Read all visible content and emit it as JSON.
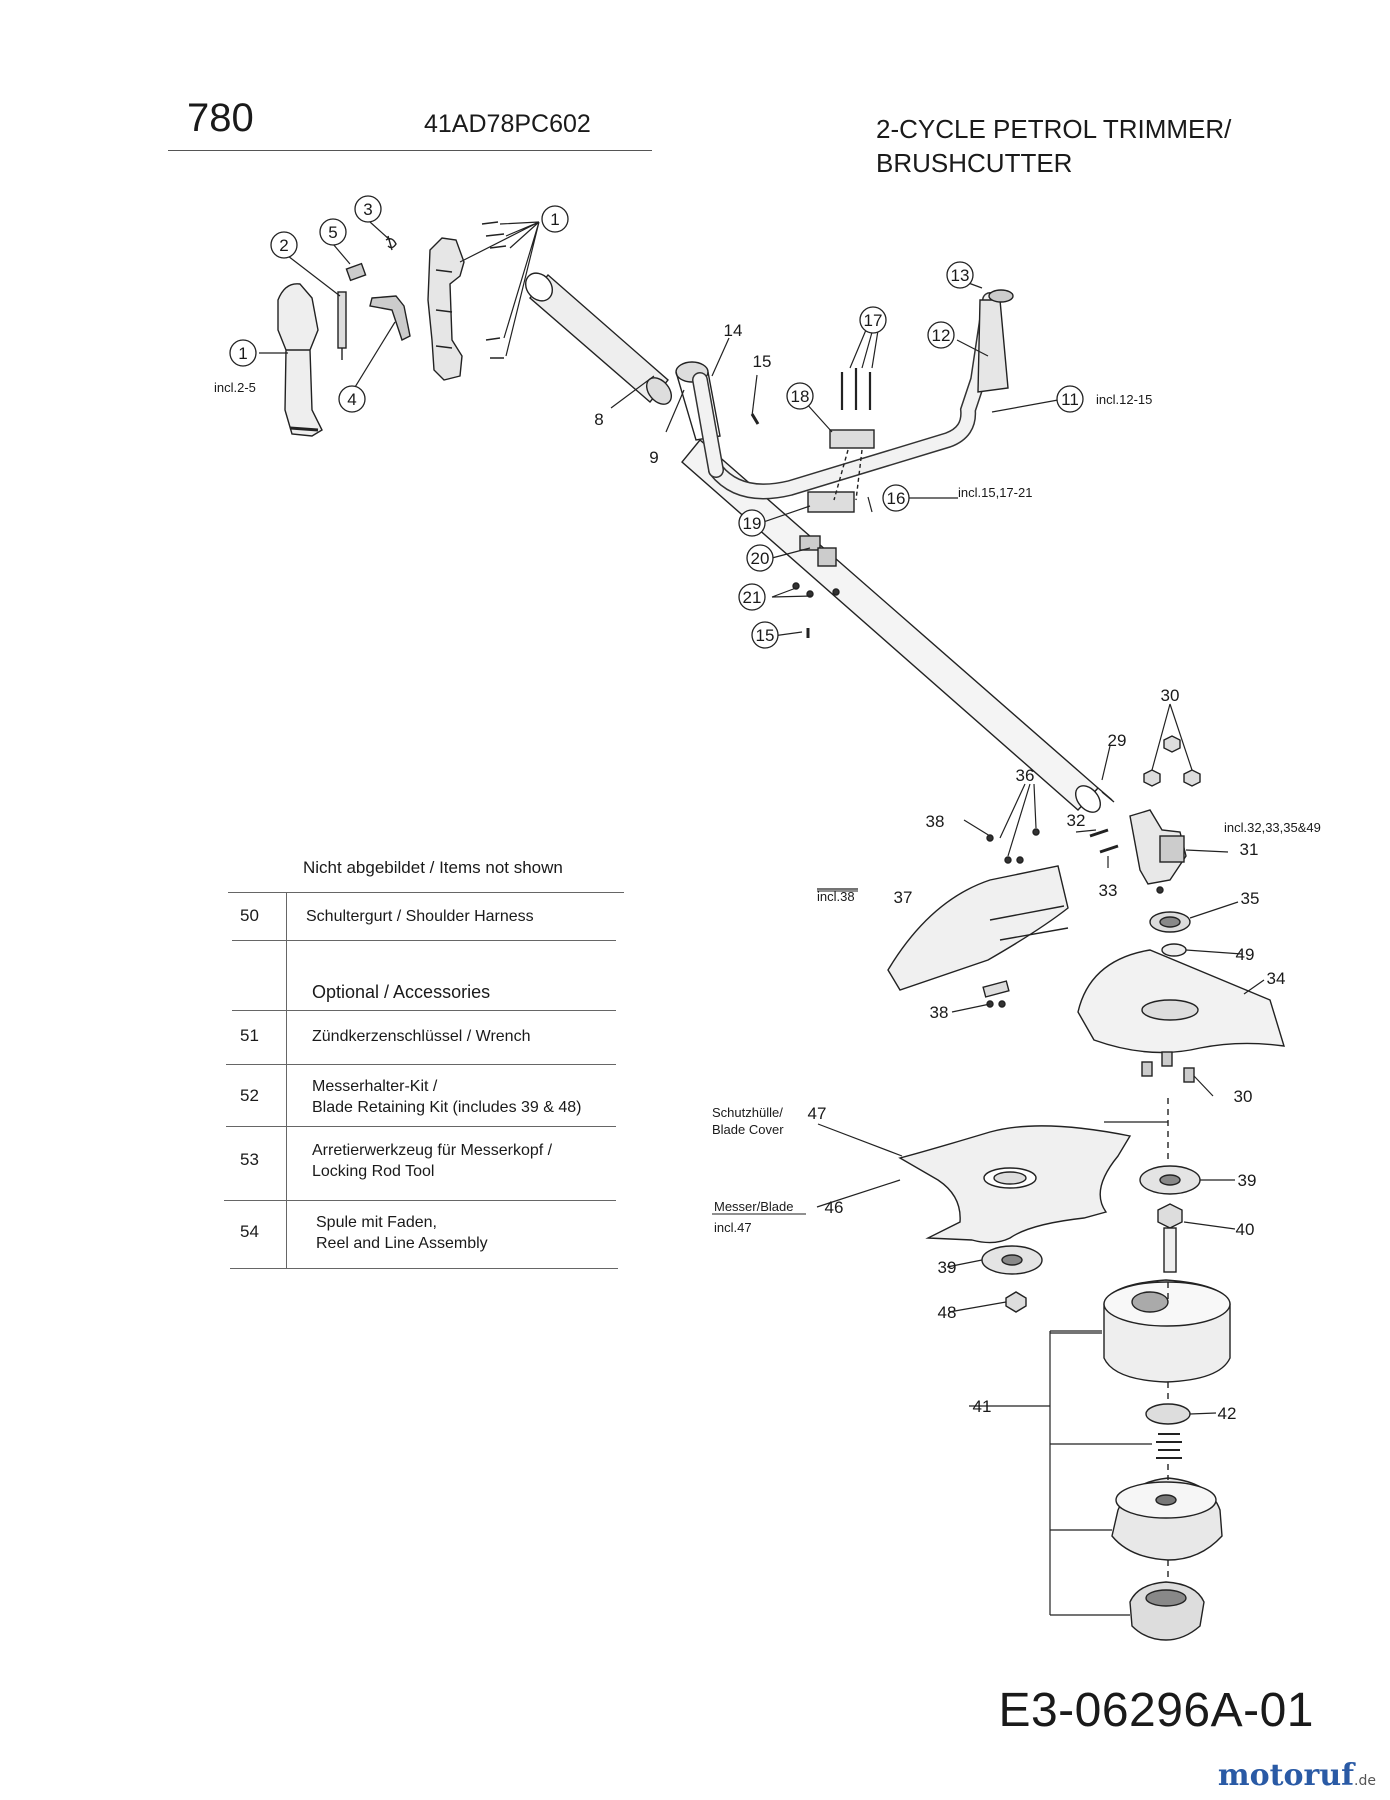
{
  "header": {
    "model_number": "780",
    "part_number": "41AD78PC602",
    "title_line1": "2-CYCLE PETROL TRIMMER/",
    "title_line2": "BRUSHCUTTER"
  },
  "footer": {
    "document_code": "E3-06296A-01",
    "logo_text": "motoruf",
    "logo_suffix": ".de"
  },
  "callouts": {
    "c1a": "1",
    "c1b": "1",
    "c2": "2",
    "c3": "3",
    "c4": "4",
    "c5": "5",
    "c8": "8",
    "c9": "9",
    "c11": "11",
    "c12": "12",
    "c13": "13",
    "c14": "14",
    "c15a": "15",
    "c15b": "15",
    "c16": "16",
    "c17": "17",
    "c18": "18",
    "c19": "19",
    "c20": "20",
    "c21": "21",
    "c29": "29",
    "c30a": "30",
    "c30b": "30",
    "c31": "31",
    "c32": "32",
    "c33": "33",
    "c34": "34",
    "c35": "35",
    "c36": "36",
    "c37": "37",
    "c38a": "38",
    "c38b": "38",
    "c39a": "39",
    "c39b": "39",
    "c40": "40",
    "c41": "41",
    "c42": "42",
    "c46": "46",
    "c47": "47",
    "c48": "48",
    "c49": "49"
  },
  "notes": {
    "incl_2_5": "incl.2-5",
    "incl_12_15": "incl.12-15",
    "incl_15_17_21": "incl.15,17-21",
    "incl_32_33_35_49": "incl.32,33,35&49",
    "incl_38": "incl.38",
    "blade_cover_1": "Schutzhülle/",
    "blade_cover_2": "Blade Cover",
    "blade_1": "Messer/Blade",
    "blade_2": "incl.47"
  },
  "parts_table": {
    "heading": "Nicht abgebildet / Items not shown",
    "rows": [
      {
        "number": "50",
        "description": "Schultergurt / Shoulder Harness"
      },
      {
        "number": "",
        "description": "Optional / Accessories"
      },
      {
        "number": "51",
        "description": "Zündkerzenschlüssel / Wrench"
      },
      {
        "number": "52",
        "description": "Messerhalter-Kit /",
        "description2": "Blade Retaining Kit (includes 39 & 48)"
      },
      {
        "number": "53",
        "description": "Arretierwerkzeug für Messerkopf /",
        "description2": "Locking Rod Tool"
      },
      {
        "number": "54",
        "description": "Spule mit Faden,",
        "description2": "Reel and Line Assembly"
      }
    ]
  }
}
